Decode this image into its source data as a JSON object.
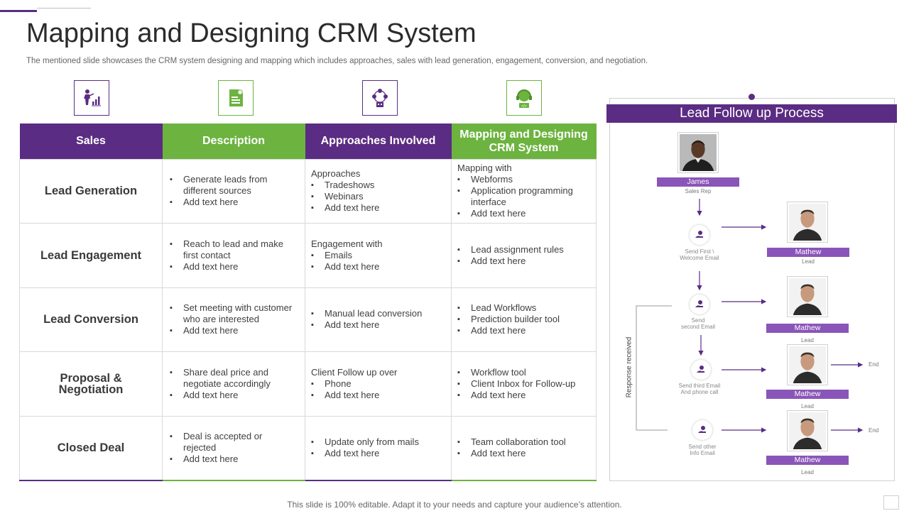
{
  "slide": {
    "title": "Mapping and Designing CRM System",
    "subtitle": "The mentioned slide showcases the CRM system designing and mapping which includes approaches, sales with lead generation, engagement, conversion, and negotiation.",
    "footer": "This slide is 100% editable. Adapt it to your needs and capture your audience’s attention."
  },
  "icons": [
    "presenter-chart-icon",
    "document-icon",
    "network-icon",
    "support-headset-icon"
  ],
  "colors": {
    "purple": "#5b2c83",
    "green": "#6cb33f",
    "tag_purple": "#8a55b8"
  },
  "table": {
    "headers": [
      "Sales",
      "Description",
      "Approaches Involved",
      "Mapping and Designing CRM System"
    ],
    "rows": [
      {
        "stage": "Lead Generation",
        "description": [
          "Generate leads from different sources",
          "Add text here"
        ],
        "approaches_intro": "Approaches",
        "approaches": [
          "Tradeshows",
          "Webinars",
          "Add text here"
        ],
        "mapping_intro": "Mapping with",
        "mapping": [
          "Webforms",
          "Application programming interface",
          "Add text here"
        ]
      },
      {
        "stage": "Lead Engagement",
        "description": [
          "Reach to lead and make first contact",
          "Add text here"
        ],
        "approaches_intro": "Engagement with",
        "approaches": [
          "Emails",
          "Add text here"
        ],
        "mapping": [
          "Lead assignment rules",
          "Add text here"
        ]
      },
      {
        "stage": "Lead Conversion",
        "description": [
          "Set meeting with customer who are interested",
          "Add text here"
        ],
        "approaches": [
          "Manual lead conversion",
          "Add text here"
        ],
        "mapping": [
          "Lead Workflows",
          "Prediction builder tool",
          "Add text here"
        ]
      },
      {
        "stage": "Proposal & Negotiation",
        "description": [
          "Share deal price and negotiate accordingly",
          "Add text here"
        ],
        "approaches_intro": "Client Follow up over",
        "approaches": [
          "Phone",
          "Add text here"
        ],
        "mapping": [
          "Workflow tool",
          "Client Inbox for Follow-up",
          "Add text here"
        ]
      },
      {
        "stage": "Closed Deal",
        "description": [
          "Deal is accepted or rejected",
          "Add text here"
        ],
        "approaches": [
          "Update only from mails",
          "Add text here"
        ],
        "mapping": [
          "Team collaboration tool",
          "Add text here"
        ]
      }
    ]
  },
  "process": {
    "title": "Lead Follow up Process",
    "rep": {
      "name": "James",
      "role": "Sales Rep"
    },
    "steps": [
      {
        "label": "Send First \\\nWelcome Email",
        "lead_name": "Mathew",
        "lead_role": "Lead"
      },
      {
        "label": "Send\nsecond Email",
        "lead_name": "Mathew",
        "lead_role": "Lead"
      },
      {
        "label": "Send third Email\nAnd phone  call",
        "lead_name": "Mathew",
        "lead_role": "Lead",
        "end": "End"
      },
      {
        "label": "Send other\nInfo Email",
        "lead_name": "Mathew",
        "lead_role": "Lead",
        "end": "End"
      }
    ],
    "response_label": "Response received"
  }
}
